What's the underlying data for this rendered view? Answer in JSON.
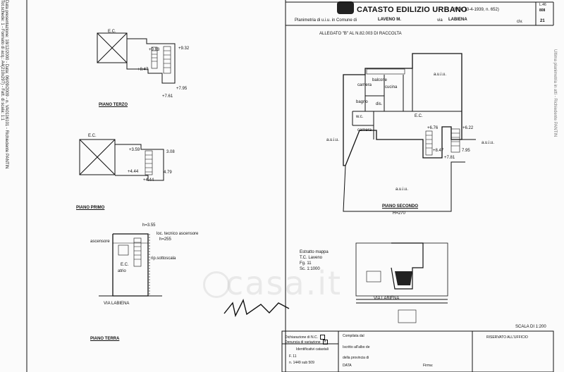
{
  "header": {
    "title": "CATASTO EDILIZIO URBANO",
    "law": "(RDL 13-4-1939, n. 652)",
    "planimetria_label": "Planimetria di u.i.u. in Comune di",
    "comune": "LAVENO M.",
    "via_prefix": "via",
    "via": "LABIENA",
    "civ_label": "civ.",
    "civ": "21",
    "lire_code": "L.46",
    "lire_num": "808"
  },
  "allegato": "ALLEGATO \"B\" AL N.82.003 DI RACCOLTA",
  "margins": {
    "left_vertical": "Data presentazione: 18/12/2000 - Data: 06/09/2009 - n. VA0116101 - Richiedente PANTIN\nTot.schede: 1 - Formato di acq.: A4(210x297) - Fatt. di scala: 1:1",
    "right_vertical": "Ultima planimetria in atti - Richiedente PANTIN"
  },
  "floors": {
    "terzo": "PIANO TERZO",
    "primo": "PIANO PRIMO",
    "secondo": "PIANO SECONDO",
    "secondo_h": "H=270",
    "terra": "PIANO TERRA"
  },
  "rooms": {
    "balcone": "balcone",
    "camera1": "camera",
    "cucina": "cucina",
    "bagno": "bagno",
    "dis": "dis.",
    "camera2": "camera",
    "wc": "w.c.",
    "ec": "E.C.",
    "auiu": "a.u.i.u."
  },
  "levels": {
    "terzo": [
      "+9.83",
      "+9.32",
      "+8.47",
      "+7.95",
      "+7.61"
    ],
    "primo": [
      "+3.59",
      "3.08",
      "+4.44",
      "4.79",
      "+4.44"
    ],
    "secondo": [
      "+6.76",
      "+6.22",
      "+8.47",
      "7.95",
      "+7.81"
    ]
  },
  "terra": {
    "h1": "h=3.55",
    "loc": "loc. tecnico ascensore",
    "h2": "h=255",
    "ascensore": "ascensore",
    "ec": "E.C.",
    "atrio": "atrio",
    "rip": "rip.sottoscala",
    "via": "VIA LABIENA"
  },
  "estratto": {
    "title": "Estratto mappa",
    "comune": "T.C. Laveno",
    "foglio": "Fg. 11",
    "scala": "Sc. 1:1000",
    "via": "VIA LABIENA"
  },
  "scale": "SCALA DI 1:200",
  "watermark": "casa.it",
  "footer": {
    "dichiarazione": "Dichiarazione di N.C.",
    "denuncia": "Denuncia di variazione",
    "denuncia_mark": "X",
    "identificativi": "Identificativi catastali",
    "foglio_label": "F.",
    "foglio": "11",
    "n_label": "n.",
    "n": "1449",
    "sub_label": "sub",
    "sub": "509",
    "compilata": "Compilata dal",
    "iscritto": "Iscritto all'albo de",
    "provincia": "della provincia di",
    "data": "DATA",
    "firma": "Firma:",
    "riservato": "RISERVATO ALL'UFFICIO"
  },
  "colors": {
    "ink": "#111111",
    "paper": "#fbfbfb",
    "watermark": "#c8c8c8"
  }
}
